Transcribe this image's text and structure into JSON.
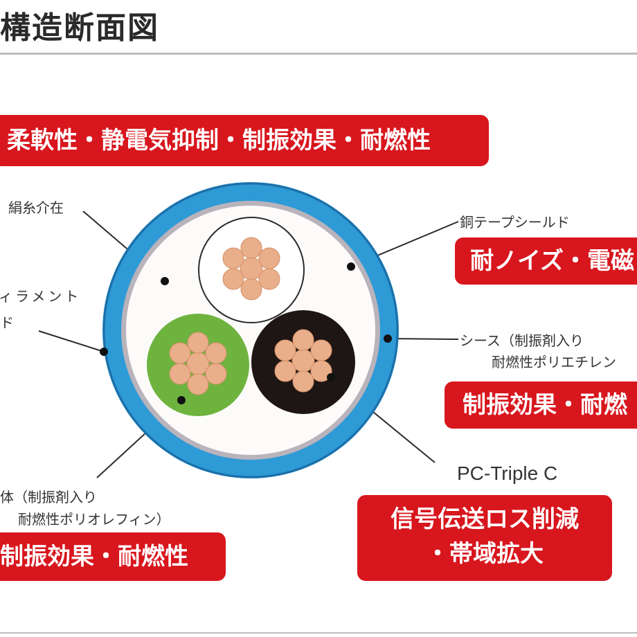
{
  "title": "構造断面図",
  "boxes": {
    "top": "柔軟性・静電気抑制・制振効果・耐燃性",
    "noise": "耐ノイズ・電磁",
    "sheath": "制振効果・耐燃",
    "insulator": "制振効果・耐燃性",
    "conductor_line1": "信号伝送ロス削減",
    "conductor_line2": "・帯域拡大"
  },
  "labels": {
    "silk": "絹糸介在",
    "filament_line1": "ィラメント",
    "filament_line2": "ド",
    "copper_tape": "銅テープシールド",
    "sheath_line1": "シース（制振剤入り",
    "sheath_line2": "耐燃性ポリエチレン",
    "insulator_line1": "体（制振剤入り",
    "insulator_line2": "耐燃性ポリオレフィン）",
    "conductor": "PC-Triple C"
  },
  "colors": {
    "red": "#d8161d",
    "sheath_blue": "#2e9ad6",
    "shield_gray": "#b9b3bb",
    "green": "#6fb33f",
    "black": "#1e1614",
    "copper": "#e9ae8a"
  }
}
